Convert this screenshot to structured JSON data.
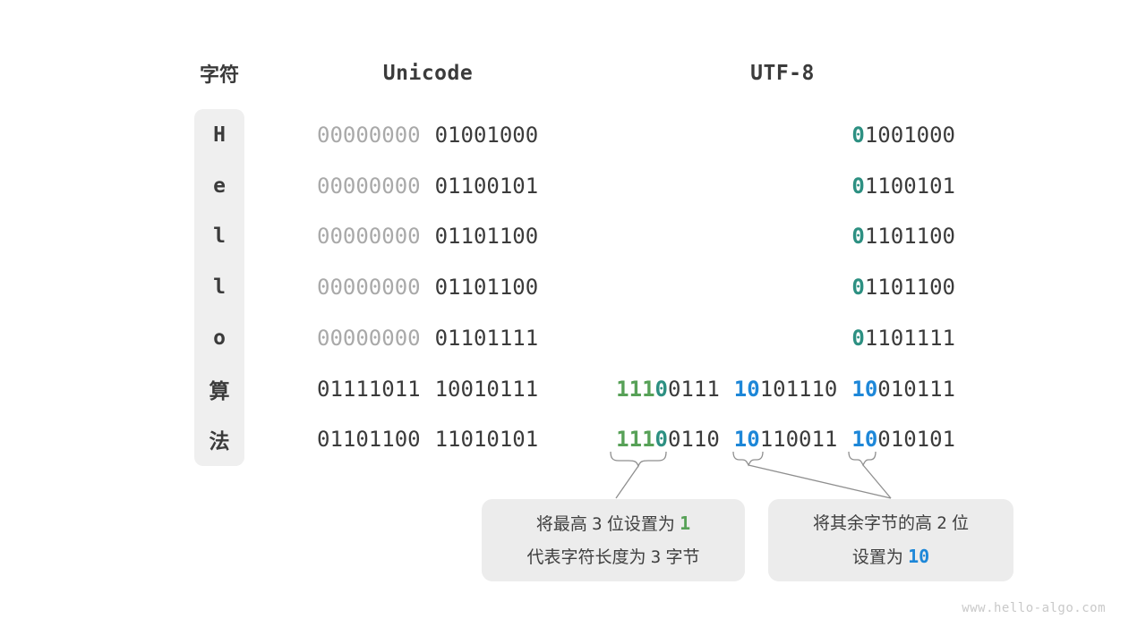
{
  "palette": {
    "dark": "#3b3b3b",
    "gray": "#a9a9a9",
    "green": "#57a157",
    "teal": "#2d9082",
    "blue": "#1d87d8",
    "boxbg": "#ececec",
    "sidebg": "#efefef",
    "line": "#8f8f8f",
    "watermark": "#c9c9c9"
  },
  "header": {
    "char": "字符",
    "unicode": "Unicode",
    "utf8": "UTF-8"
  },
  "rows": [
    {
      "char": "H",
      "unicode": [
        [
          {
            "t": "00000000",
            "c": "gray"
          }
        ],
        [
          {
            "t": "01001000",
            "c": "dark"
          }
        ]
      ],
      "utf8": [
        [
          {
            "t": "0",
            "c": "teal"
          },
          {
            "t": "1001000",
            "c": "dark"
          }
        ]
      ]
    },
    {
      "char": "e",
      "unicode": [
        [
          {
            "t": "00000000",
            "c": "gray"
          }
        ],
        [
          {
            "t": "01100101",
            "c": "dark"
          }
        ]
      ],
      "utf8": [
        [
          {
            "t": "0",
            "c": "teal"
          },
          {
            "t": "1100101",
            "c": "dark"
          }
        ]
      ]
    },
    {
      "char": "l",
      "unicode": [
        [
          {
            "t": "00000000",
            "c": "gray"
          }
        ],
        [
          {
            "t": "01101100",
            "c": "dark"
          }
        ]
      ],
      "utf8": [
        [
          {
            "t": "0",
            "c": "teal"
          },
          {
            "t": "1101100",
            "c": "dark"
          }
        ]
      ]
    },
    {
      "char": "l",
      "unicode": [
        [
          {
            "t": "00000000",
            "c": "gray"
          }
        ],
        [
          {
            "t": "01101100",
            "c": "dark"
          }
        ]
      ],
      "utf8": [
        [
          {
            "t": "0",
            "c": "teal"
          },
          {
            "t": "1101100",
            "c": "dark"
          }
        ]
      ]
    },
    {
      "char": "o",
      "unicode": [
        [
          {
            "t": "00000000",
            "c": "gray"
          }
        ],
        [
          {
            "t": "01101111",
            "c": "dark"
          }
        ]
      ],
      "utf8": [
        [
          {
            "t": "0",
            "c": "teal"
          },
          {
            "t": "1101111",
            "c": "dark"
          }
        ]
      ]
    },
    {
      "char": "算",
      "unicode": [
        [
          {
            "t": "01111011",
            "c": "dark"
          }
        ],
        [
          {
            "t": "10010111",
            "c": "dark"
          }
        ]
      ],
      "utf8": [
        [
          {
            "t": "111",
            "c": "green"
          },
          {
            "t": "0",
            "c": "teal"
          },
          {
            "t": "0111",
            "c": "dark"
          }
        ],
        [
          {
            "t": "10",
            "c": "blue"
          },
          {
            "t": "101110",
            "c": "dark"
          }
        ],
        [
          {
            "t": "10",
            "c": "blue"
          },
          {
            "t": "010111",
            "c": "dark"
          }
        ]
      ]
    },
    {
      "char": "法",
      "unicode": [
        [
          {
            "t": "01101100",
            "c": "dark"
          }
        ],
        [
          {
            "t": "11010101",
            "c": "dark"
          }
        ]
      ],
      "utf8": [
        [
          {
            "t": "111",
            "c": "green"
          },
          {
            "t": "0",
            "c": "teal"
          },
          {
            "t": "0110",
            "c": "dark"
          }
        ],
        [
          {
            "t": "10",
            "c": "blue"
          },
          {
            "t": "110011",
            "c": "dark"
          }
        ],
        [
          {
            "t": "10",
            "c": "blue"
          },
          {
            "t": "010101",
            "c": "dark"
          }
        ]
      ]
    }
  ],
  "callouts": [
    {
      "lines": [
        [
          {
            "t": "将最高 ",
            "c": "text"
          },
          {
            "t": "3",
            "c": "num"
          },
          {
            "t": " 位设置为 ",
            "c": "text"
          },
          {
            "t": "1",
            "c": "green"
          }
        ],
        [
          {
            "t": "代表字符长度为 ",
            "c": "text"
          },
          {
            "t": "3",
            "c": "num"
          },
          {
            "t": " 字节",
            "c": "text"
          }
        ]
      ]
    },
    {
      "lines": [
        [
          {
            "t": "将其余字节的高 ",
            "c": "text"
          },
          {
            "t": "2",
            "c": "num"
          },
          {
            "t": " 位",
            "c": "text"
          }
        ],
        [
          {
            "t": "设置为 ",
            "c": "text"
          },
          {
            "t": "10",
            "c": "blue"
          }
        ]
      ]
    }
  ],
  "watermark": "www.hello-algo.com"
}
